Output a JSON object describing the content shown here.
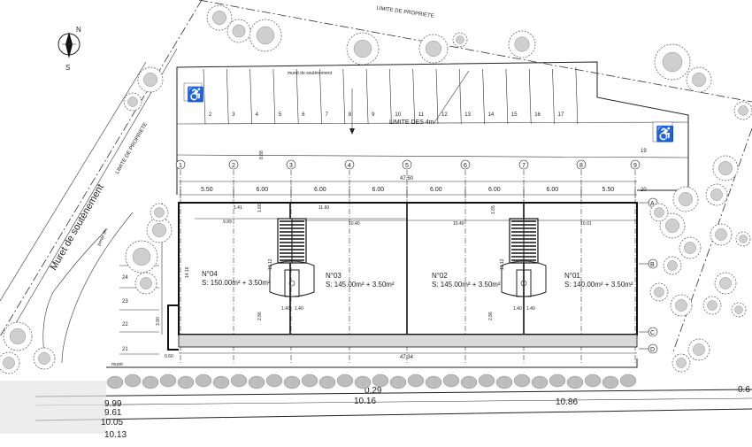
{
  "north": {
    "n": "N",
    "s": "S"
  },
  "labels": {
    "limite_propriete": "LIMITE DE PROPRIETE",
    "limite_des_4m": "LIMITE DES 4m",
    "muret_soutenement_top": "muret de soutènement",
    "muret_soutenement_left": "Muret de soutènement",
    "limite_propriete_left": "LIMITE DE PROPRIETE",
    "pente": "pente 3%",
    "muret": "muret"
  },
  "parking_numbers": [
    "2",
    "3",
    "4",
    "5",
    "6",
    "7",
    "8",
    "9",
    "10",
    "11",
    "12",
    "13",
    "14",
    "15",
    "16",
    "17"
  ],
  "parking_right": [
    "19",
    "20"
  ],
  "parking_left": [
    "24",
    "23",
    "22",
    "21"
  ],
  "grid_columns": [
    "1",
    "2",
    "3",
    "4",
    "5",
    "6",
    "7",
    "8",
    "9"
  ],
  "grid_rows": [
    "A",
    "B",
    "C",
    "D"
  ],
  "bay_dims": [
    "5.50",
    "6.00",
    "6.00",
    "6.00",
    "6.00",
    "6.00",
    "6.00",
    "5.50"
  ],
  "overall_dims": {
    "top": "47.50",
    "bottom": "47.34"
  },
  "side_dims": {
    "left_height": "14.16",
    "left_bottom": "3.90",
    "left_base": "0.60",
    "d_886": "8.88",
    "d_141": "1.41",
    "d_166": "1.66",
    "d_1160": "11.60",
    "d_999": "9.99",
    "d_1040a": "10.40",
    "d_1040b": "10.40",
    "d_1001": "10.01",
    "d_1312a": "13.12",
    "d_1312b": "13.12",
    "d_1165": "1.65",
    "d_286a": "2.86",
    "d_286b": "2.86",
    "stair_w1": "1.40",
    "stair_w2": "1.40",
    "stair_w3": "1.40",
    "stair_w4": "1.40"
  },
  "units": [
    {
      "name": "N°04",
      "area": "S: 150.00m² + 3.50m²"
    },
    {
      "name": "N°03",
      "area": "S: 145.00m² + 3.50m²"
    },
    {
      "name": "N°02",
      "area": "S: 145.00m² + 3.50m²"
    },
    {
      "name": "N°01",
      "area": "S: 140.00m² + 3.50m²"
    }
  ],
  "elevations": [
    "0.29",
    "10.16",
    "10.86",
    "9.99",
    "9.61",
    "10.05",
    "10.13",
    "0.6"
  ]
}
